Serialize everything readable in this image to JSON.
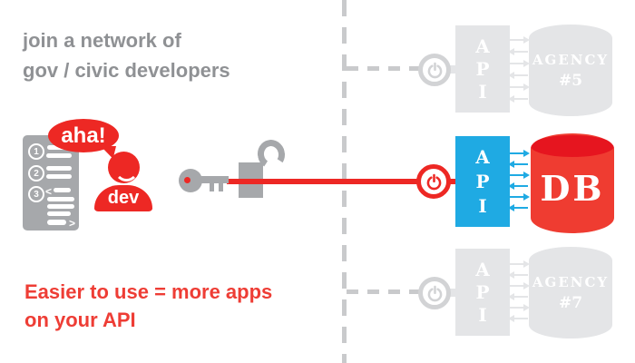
{
  "title": {
    "line1": "join a network of",
    "line2": "gov / civic developers"
  },
  "tagline": {
    "line1": "Easier to use = more apps",
    "line2": "on your API"
  },
  "developer_scene": {
    "speech_bubble": "aha!",
    "dev_label": "dev",
    "checklist": {
      "item1": "1",
      "item2": "2",
      "item3": "3",
      "open_tag": "<",
      "close_tag": ">"
    }
  },
  "rows": [
    {
      "api_letters": [
        "A",
        "P",
        "I"
      ],
      "target_line1": "AGENCY",
      "target_line2": "#5",
      "state": "inactive"
    },
    {
      "api_letters": [
        "A",
        "P",
        "I"
      ],
      "target_line1": "DB",
      "state": "active"
    },
    {
      "api_letters": [
        "A",
        "P",
        "I"
      ],
      "target_line1": "AGENCY",
      "target_line2": "#7",
      "state": "inactive"
    }
  ],
  "colors": {
    "red": "#ed2824",
    "blue": "#1faae3",
    "light_gray": "#e4e5e7",
    "mid_gray": "#a6a8ab",
    "title_gray": "#8f9194",
    "dash_gray": "#c9cacc",
    "db_top_red": "#e6151f",
    "tagline_red": "#ee3d35"
  },
  "icons": {
    "power": "power-icon",
    "key": "key-icon",
    "padlock": "open-padlock-icon",
    "database": "database-cylinder-icon",
    "speech": "speech-bubble-icon",
    "person": "developer-avatar",
    "document": "checklist-document-icon"
  }
}
